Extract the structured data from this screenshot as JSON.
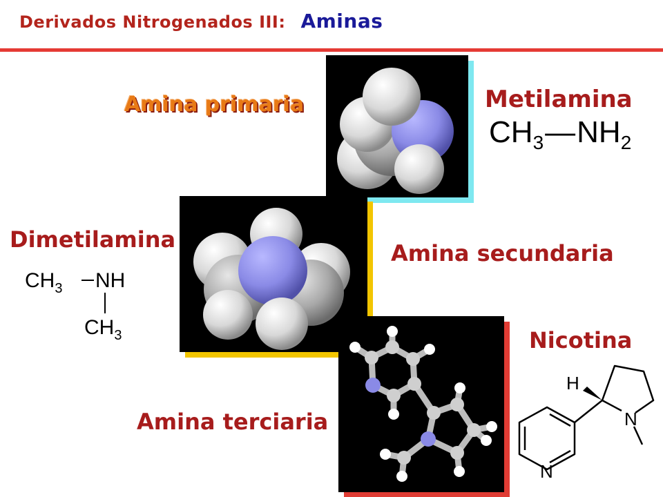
{
  "header": {
    "title": "Derivados Nitrogenados III:",
    "accent": "Aminas",
    "rule_color": "#e53a34"
  },
  "primary": {
    "class_label": "Amina primaria",
    "name": "Metilamina",
    "formula": {
      "left": "CH",
      "left_sub": "3",
      "bond": "—",
      "right": "NH",
      "right_sub": "2"
    }
  },
  "secondary": {
    "class_label": "Amina secundaria",
    "name": "Dimetilamina",
    "formula": {
      "top_left": "CH",
      "top_left_sub": "3",
      "top_right": "NH",
      "bottom": "CH",
      "bottom_sub": "3"
    }
  },
  "tertiary": {
    "class_label": "Amina terciaria",
    "name": "Nicotina",
    "atoms": {
      "h": "H",
      "n_ring": "N",
      "n_pyridine": "N"
    }
  },
  "colors": {
    "label_red": "#a71c1c",
    "label_orange": "#e87a16",
    "title_blue": "#1a1a99",
    "shadow_cyan": "#7ee8f0",
    "shadow_yellow": "#f2c500",
    "shadow_red": "#e03c34",
    "nitrogen": "#8a8ae6"
  }
}
